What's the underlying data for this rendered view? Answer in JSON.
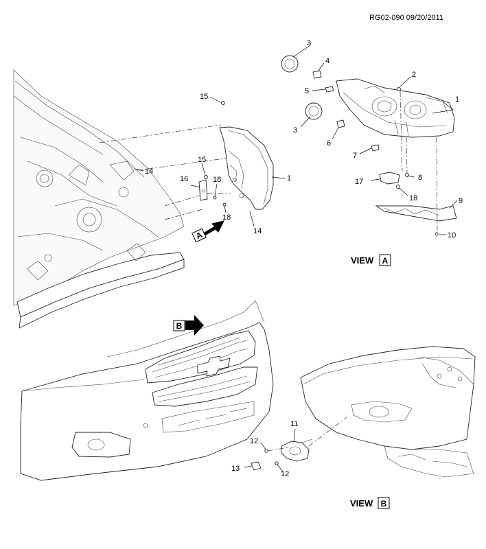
{
  "header": {
    "code": "RG02-090 09/20/2011"
  },
  "views": {
    "a": {
      "label": "VIEW",
      "letter": "A"
    },
    "b": {
      "label": "VIEW",
      "letter": "B"
    }
  },
  "arrows": {
    "a": "A",
    "b": "B"
  },
  "callouts": [
    "1",
    "2",
    "3",
    "4",
    "5",
    "3",
    "6",
    "7",
    "8",
    "17",
    "18",
    "9",
    "10",
    "15",
    "14",
    "15",
    "16",
    "18",
    "1",
    "18",
    "14",
    "11",
    "12",
    "13",
    "12"
  ]
}
